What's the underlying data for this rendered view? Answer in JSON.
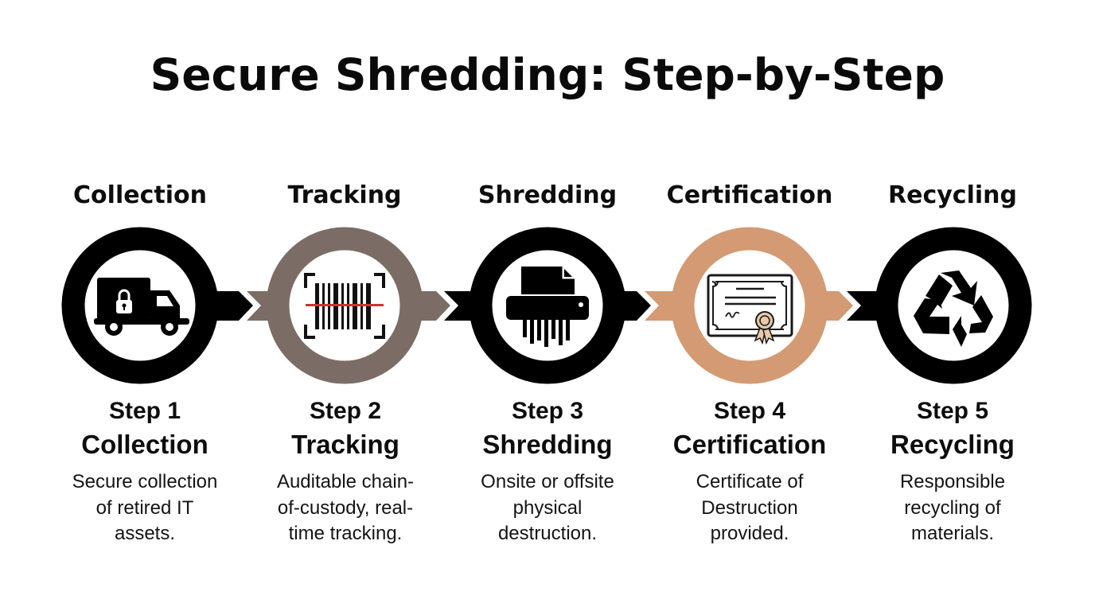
{
  "title": "Secure Shredding: Step-by-Step",
  "colors": {
    "black": "#000000",
    "taupe": "#7b6d66",
    "copper": "#d39a73",
    "scan_line": "#cc3333",
    "background": "#ffffff"
  },
  "steps": [
    {
      "top_label": "Collection",
      "step_label": "Step 1",
      "name": "Collection",
      "description_lines": [
        "Secure collection",
        "of retired IT",
        "assets."
      ],
      "ring_color": "black",
      "icon": "locked-truck-icon"
    },
    {
      "top_label": "Tracking",
      "step_label": "Step 2",
      "name": "Tracking",
      "description_lines": [
        "Auditable chain-",
        "of-custody, real-",
        "time tracking."
      ],
      "ring_color": "taupe",
      "icon": "barcode-scan-icon"
    },
    {
      "top_label": "Shredding",
      "step_label": "Step 3",
      "name": "Shredding",
      "description_lines": [
        "Onsite or offsite",
        "physical",
        "destruction."
      ],
      "ring_color": "black",
      "icon": "paper-shredder-icon"
    },
    {
      "top_label": "Certification",
      "step_label": "Step 4",
      "name": "Certification",
      "description_lines": [
        "Certificate of",
        "Destruction",
        "provided."
      ],
      "ring_color": "copper",
      "icon": "certificate-icon"
    },
    {
      "top_label": "Recycling",
      "step_label": "Step 5",
      "name": "Recycling",
      "description_lines": [
        "Responsible",
        "recycling of",
        "materials."
      ],
      "ring_color": "black",
      "icon": "recycle-icon"
    }
  ]
}
